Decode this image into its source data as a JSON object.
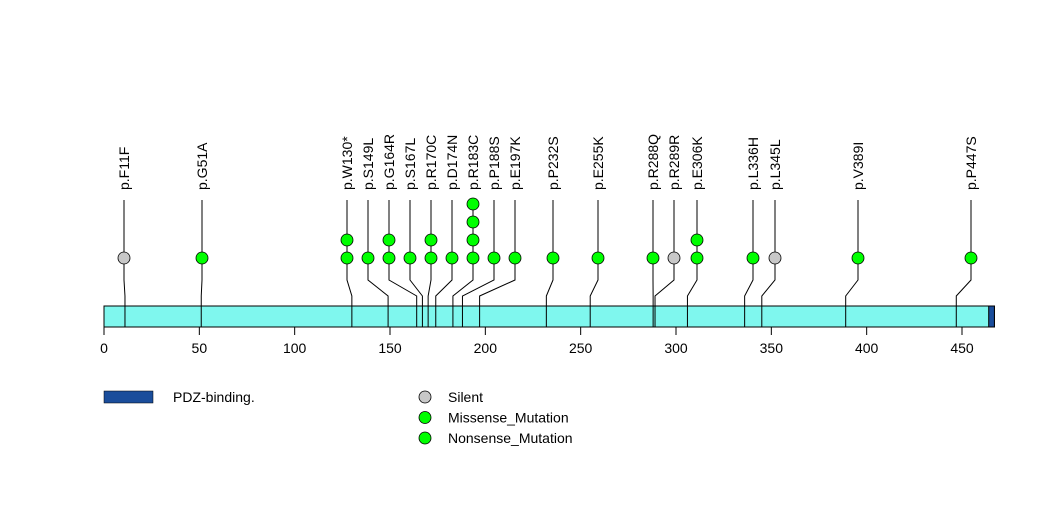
{
  "chart_data": {
    "type": "lollipop",
    "protein_length": 467,
    "xlim": [
      0,
      467
    ],
    "x_ticks": [
      0,
      50,
      100,
      150,
      200,
      250,
      300,
      350,
      400,
      450
    ],
    "domains": [
      {
        "name": "PDZ-binding.",
        "start": 464,
        "end": 467,
        "color": "#1a4d9b"
      }
    ],
    "backbone_color": "#7ff7ee",
    "mutations": [
      {
        "label": "p.F11F",
        "pos": 11,
        "count": 1,
        "type": "Silent"
      },
      {
        "label": "p.G51A",
        "pos": 51,
        "count": 1,
        "type": "Missense_Mutation"
      },
      {
        "label": "p.W130*",
        "pos": 130,
        "count": 2,
        "type": "Nonsense_Mutation"
      },
      {
        "label": "p.S149L",
        "pos": 149,
        "count": 1,
        "type": "Missense_Mutation"
      },
      {
        "label": "p.G164R",
        "pos": 164,
        "count": 2,
        "type": "Missense_Mutation"
      },
      {
        "label": "p.S167L",
        "pos": 167,
        "count": 1,
        "type": "Missense_Mutation"
      },
      {
        "label": "p.R170C",
        "pos": 170,
        "count": 2,
        "type": "Missense_Mutation"
      },
      {
        "label": "p.D174N",
        "pos": 174,
        "count": 1,
        "type": "Missense_Mutation"
      },
      {
        "label": "p.R183C",
        "pos": 183,
        "count": 4,
        "type": "Missense_Mutation"
      },
      {
        "label": "p.P188S",
        "pos": 188,
        "count": 1,
        "type": "Missense_Mutation"
      },
      {
        "label": "p.E197K",
        "pos": 197,
        "count": 1,
        "type": "Missense_Mutation"
      },
      {
        "label": "p.P232S",
        "pos": 232,
        "count": 1,
        "type": "Missense_Mutation"
      },
      {
        "label": "p.E255K",
        "pos": 255,
        "count": 1,
        "type": "Missense_Mutation"
      },
      {
        "label": "p.R288Q",
        "pos": 288,
        "count": 1,
        "type": "Missense_Mutation"
      },
      {
        "label": "p.R289R",
        "pos": 289,
        "count": 1,
        "type": "Silent"
      },
      {
        "label": "p.E306K",
        "pos": 306,
        "count": 2,
        "type": "Missense_Mutation"
      },
      {
        "label": "p.L336H",
        "pos": 336,
        "count": 1,
        "type": "Missense_Mutation"
      },
      {
        "label": "p.L345L",
        "pos": 345,
        "count": 1,
        "type": "Silent"
      },
      {
        "label": "p.V389I",
        "pos": 389,
        "count": 1,
        "type": "Missense_Mutation"
      },
      {
        "label": "p.P447S",
        "pos": 447,
        "count": 1,
        "type": "Missense_Mutation"
      }
    ],
    "legend": [
      {
        "label": "Silent",
        "color": "#c8c8c8"
      },
      {
        "label": "Missense_Mutation",
        "color": "#00ff00"
      },
      {
        "label": "Nonsense_Mutation",
        "color": "#00ff00"
      }
    ]
  }
}
